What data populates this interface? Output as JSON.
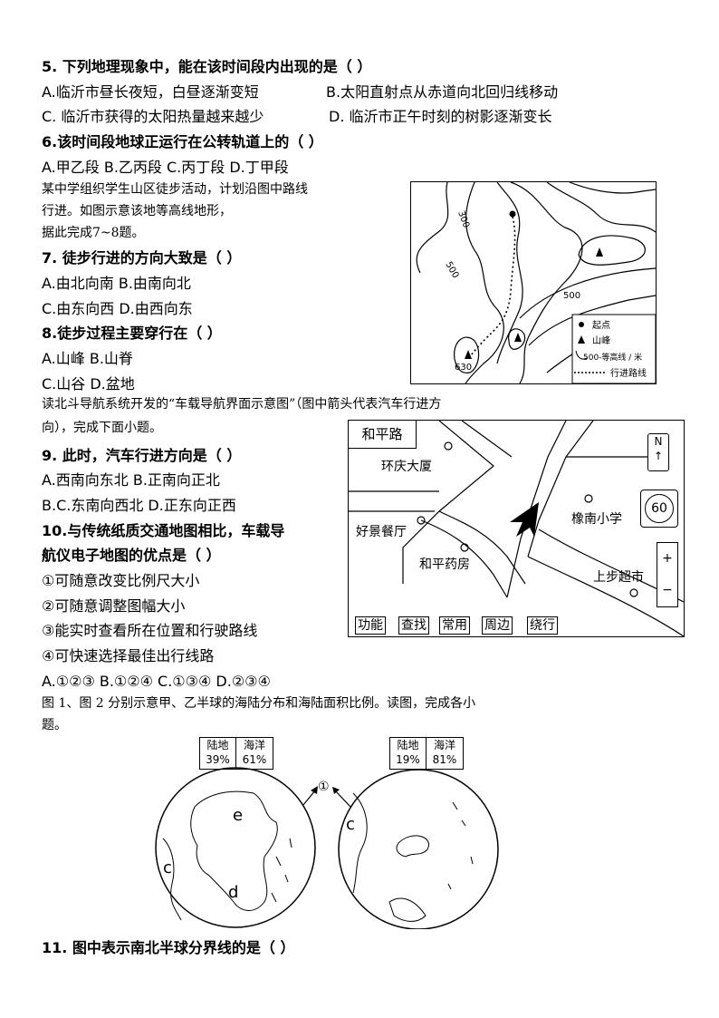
{
  "q5": {
    "stem": "5. 下列地理现象中，能在该时间段内出现的是（   ）",
    "a": "A.临沂市昼长夜短，白昼逐渐变短",
    "b": "B.太阳直射点从赤道向北回归线移动",
    "c": "C. 临沂市获得的太阳热量越来越少",
    "d": "D. 临沂市正午时刻的树影逐渐变长"
  },
  "q6": {
    "stem": "6.该时间段地球正运行在公转轨道上的（   ）",
    "options": "A.甲乙段   B.乙丙段   C.丙丁段     D.丁甲段"
  },
  "intro78": {
    "l1": "某中学组织学生山区徒步活动，计划沿图中路线",
    "l2": "行进。如图示意该地等高线地形，",
    "l3": "据此完成7~8题。"
  },
  "q7": {
    "stem": "7. 徒步行进的方向大致是（   ）",
    "ab": "A.由北向南   B.由南向北",
    "cd": "C.由东向西   D.由西向东"
  },
  "q8": {
    "stem": "8.徒步过程主要穿行在（   ）",
    "ab": "A.山峰   B.山脊",
    "cd": "C.山谷   D.盆地"
  },
  "contour_map": {
    "labels": {
      "c300": "300",
      "c500a": "500",
      "c500b": "500",
      "peak630": "630"
    },
    "legend": {
      "start": "起点",
      "peak": "山峰",
      "contour": "500-等高线 / 米",
      "route": "行进路线"
    }
  },
  "intro910": {
    "l1": "读北斗导航系统开发的“车载导航界面示意图”（图中箭头代表汽车行进方",
    "l2": "向），完成下面小题。"
  },
  "q9": {
    "stem": "9. 此时，汽车行进方向是（   ）",
    "ab": "A.西南向东北   B.正南向正北",
    "cd": "B.C.东南向西北   D.正东向正西"
  },
  "q10": {
    "stem1": "10.与传统纸质交通地图相比，车载导",
    "stem2": "航仪电子地图的优点是（   ）",
    "i1": "①可随意改变比例尺大小",
    "i2": "②可随意调整图幅大小",
    "i3": "③能实时查看所在位置和行驶路线",
    "i4": "④可快速选择最佳出行线路",
    "options": "A.①②③   B.①②④   C.①③④   D.②③④"
  },
  "nav_map": {
    "road": "和平路",
    "north": "N",
    "speed": "60",
    "zoom_in": "+",
    "zoom_out": "−",
    "places": {
      "huanqing": "环庆大厦",
      "haojing": "好景餐厅",
      "heping_pharmacy": "和平药房",
      "xiangnan": "橡南小学",
      "shangbu": "上步超市"
    },
    "buttons": [
      "功能",
      "查找",
      "常用",
      "周边",
      "绕行"
    ]
  },
  "intro11": {
    "l1": "图 1、图 2 分别示意甲、乙半球的海陆分布和海陆面积比例。读图，完成各小",
    "l2": "题。"
  },
  "hemispheres": {
    "left": {
      "land_label": "陆地",
      "ocean_label": "海洋",
      "land_pct": "39%",
      "ocean_pct": "61%",
      "labels": {
        "e": "e",
        "c": "c",
        "d": "d"
      }
    },
    "right": {
      "land_label": "陆地",
      "ocean_label": "海洋",
      "land_pct": "19%",
      "ocean_pct": "81%",
      "labels": {
        "c": "c"
      }
    },
    "marker": "①"
  },
  "q11": {
    "stem": "11. 图中表示南北半球分界线的是（   ）"
  }
}
